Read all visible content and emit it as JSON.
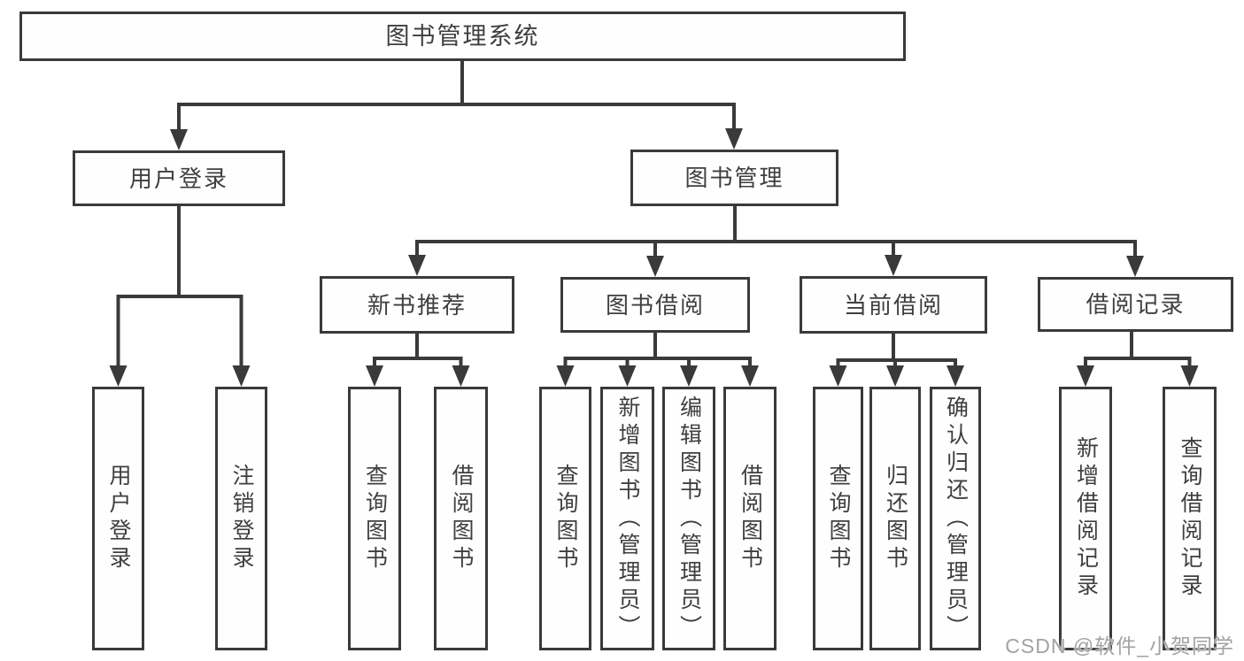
{
  "tree": {
    "root": {
      "label": "图书管理系统"
    },
    "user_login": {
      "label": "用户登录",
      "children": [
        {
          "label": "用户登录"
        },
        {
          "label": "注销登录"
        }
      ]
    },
    "book_management": {
      "label": "图书管理",
      "children": [
        {
          "label": "新书推荐",
          "children": [
            {
              "label": "查询图书"
            },
            {
              "label": "借阅图书"
            }
          ]
        },
        {
          "label": "图书借阅",
          "children": [
            {
              "label": "查询图书"
            },
            {
              "label": "新增图书（管理员）"
            },
            {
              "label": "编辑图书（管理员）"
            },
            {
              "label": "借阅图书"
            }
          ]
        },
        {
          "label": "当前借阅",
          "children": [
            {
              "label": "查询图书"
            },
            {
              "label": "归还图书"
            },
            {
              "label": "确认归还（管理员）"
            }
          ]
        },
        {
          "label": "借阅记录",
          "children": [
            {
              "label": "新增借阅记录"
            },
            {
              "label": "查询借阅记录"
            }
          ]
        }
      ]
    }
  },
  "watermark": {
    "text": "CSDN @软件_小贺同学"
  },
  "colors": {
    "line": "#3a3a3a",
    "text": "#3f3f3f",
    "watermark": "#a2a2a6",
    "background": "#ffffff"
  }
}
